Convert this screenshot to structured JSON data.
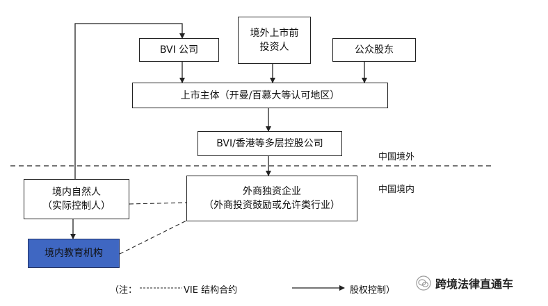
{
  "nodes": {
    "bvi_company": "BVI  公司",
    "pre_ipo_investors_line1": "境外上市前",
    "pre_ipo_investors_line2": "投资人",
    "public_shareholders": "公众股东",
    "listed_entity": "上市主体（开曼/百慕大等认可地区）",
    "holding_companies": "BVI/香港等多层控股公司",
    "wfoe_line1": "外商独资企业",
    "wfoe_line2": "（外商投资鼓励或允许类行业）",
    "natural_person_line1": "境内自然人",
    "natural_person_line2": "（实际控制人）",
    "education_institution": "境内教育机构"
  },
  "regions": {
    "offshore": "中国境外",
    "onshore": "中国境内"
  },
  "legend": {
    "note_prefix": "（注：",
    "vie_label": "VIE 结构合约",
    "equity_label": "股权控制）"
  },
  "watermark": "跨境法律直通车",
  "colors": {
    "line": "#222222",
    "highlight_box": "#3f67c2"
  }
}
